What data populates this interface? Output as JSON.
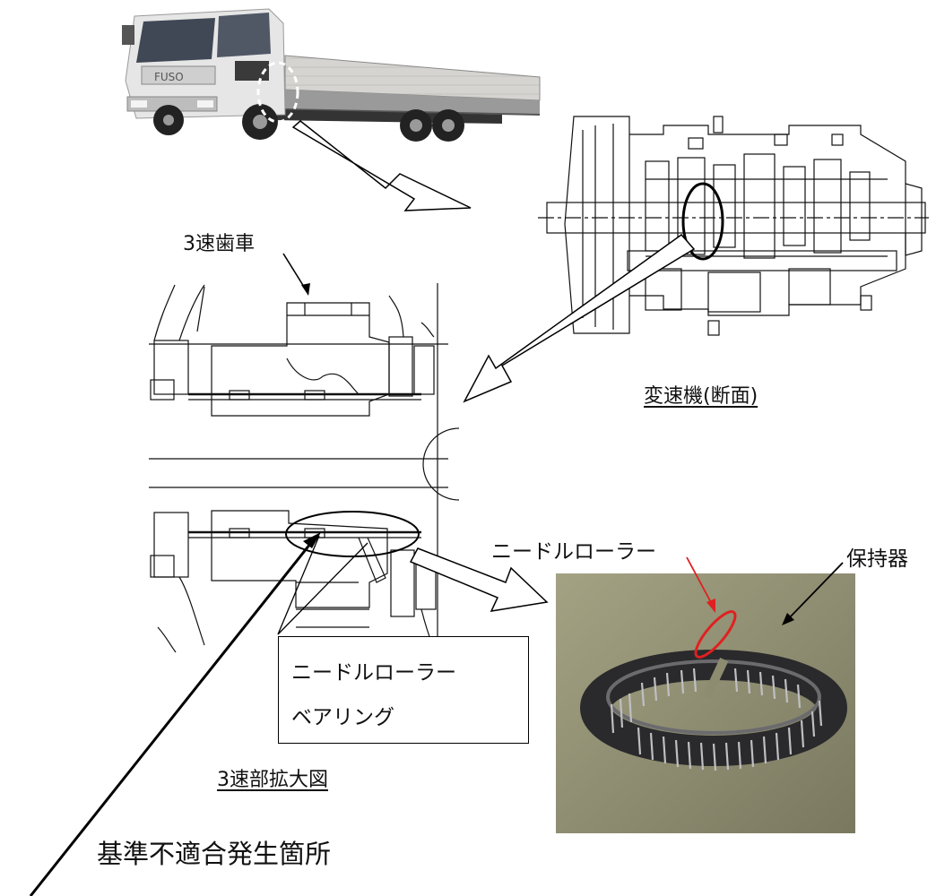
{
  "labels": {
    "gear_3rd": "3速歯車",
    "transmission_section": "変速機(断面)",
    "needle_roller": "ニードルローラー",
    "retainer": "保持器",
    "bearing_line1": "ニードルローラー",
    "bearing_line2": "ベアリング",
    "enlarged_view": "3速部拡大図",
    "nonconformity_location": "基準不適合発生箇所"
  },
  "truck_logo": "FUSO",
  "colors": {
    "line": "#000000",
    "highlight_red": "#e02020",
    "photo_bg": "#8f8e70",
    "truck_body": "#d9d9d9"
  }
}
